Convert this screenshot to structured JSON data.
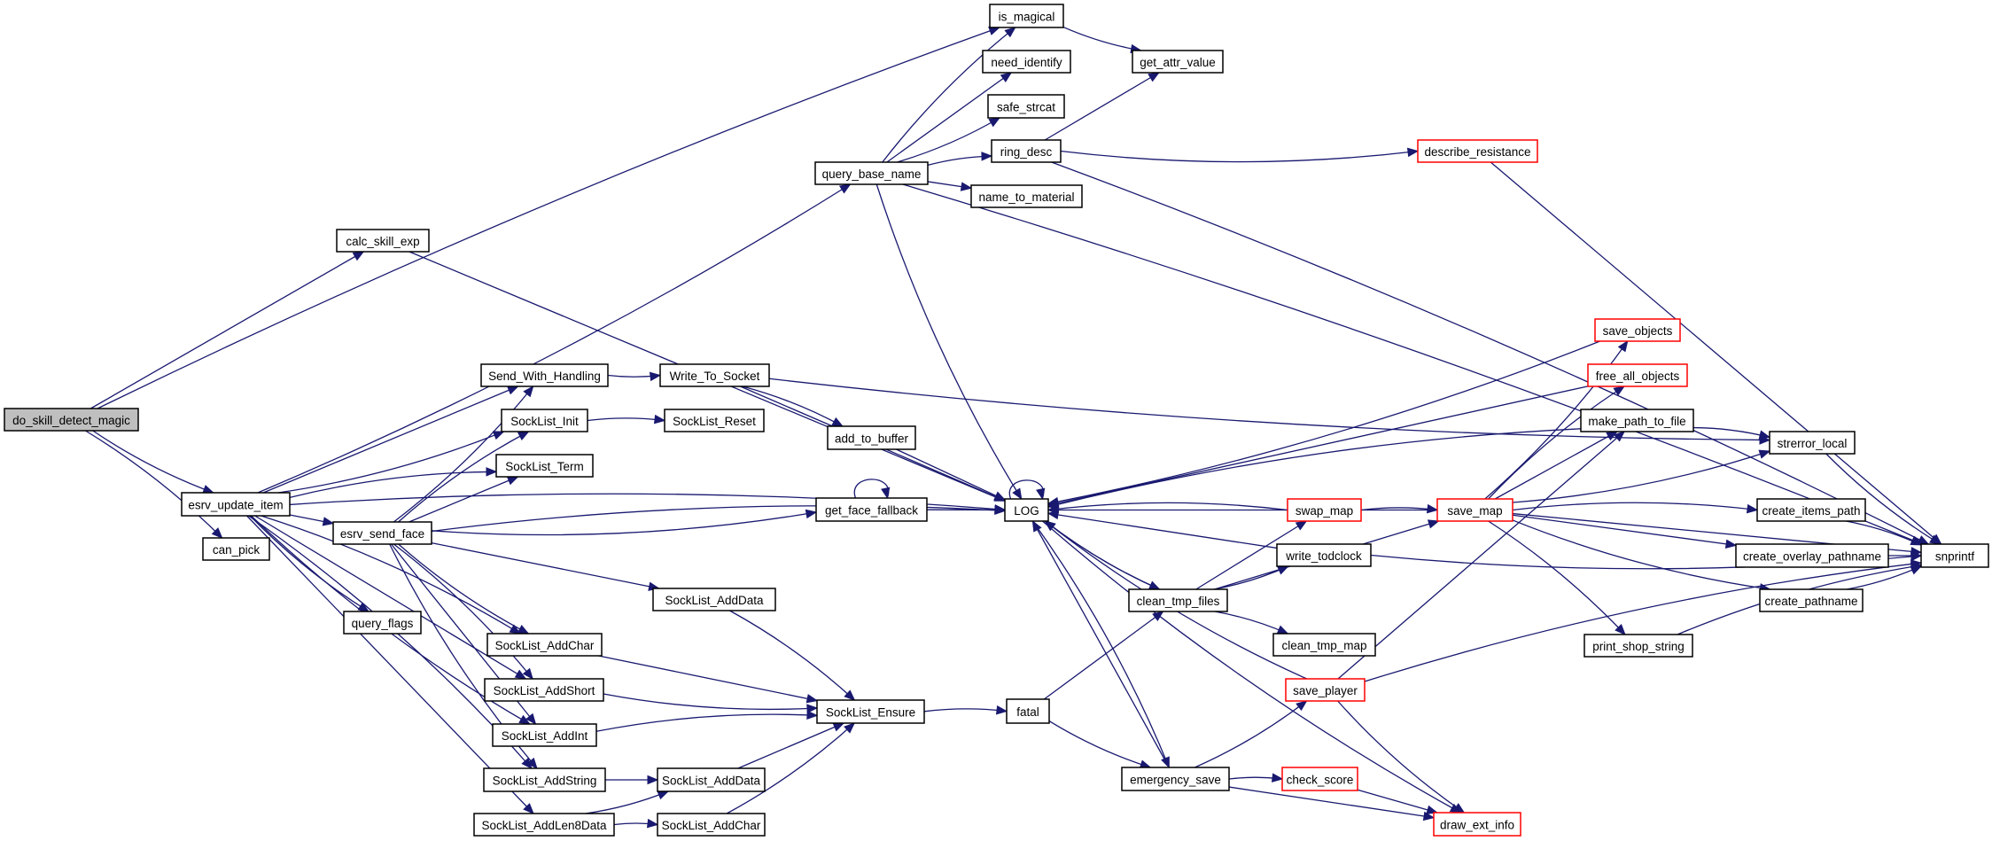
{
  "title": "do_skill_detect_magic call graph",
  "colors": {
    "edge": "#191970",
    "root_fill": "#bfbfbf",
    "truncated_border": "#ff0000",
    "node_border": "#000000"
  },
  "nodes": [
    {
      "id": "do_skill_detect_magic",
      "label": "do_skill_detect_magic",
      "kind": "root"
    },
    {
      "id": "calc_skill_exp",
      "label": "calc_skill_exp",
      "kind": "normal"
    },
    {
      "id": "esrv_update_item",
      "label": "esrv_update_item",
      "kind": "normal"
    },
    {
      "id": "can_pick",
      "label": "can_pick",
      "kind": "normal"
    },
    {
      "id": "is_magical",
      "label": "is_magical",
      "kind": "normal"
    },
    {
      "id": "need_identify",
      "label": "need_identify",
      "kind": "normal"
    },
    {
      "id": "safe_strcat",
      "label": "safe_strcat",
      "kind": "normal"
    },
    {
      "id": "ring_desc",
      "label": "ring_desc",
      "kind": "normal"
    },
    {
      "id": "query_base_name",
      "label": "query_base_name",
      "kind": "normal"
    },
    {
      "id": "name_to_material",
      "label": "name_to_material",
      "kind": "normal"
    },
    {
      "id": "get_attr_value",
      "label": "get_attr_value",
      "kind": "normal"
    },
    {
      "id": "describe_resistance",
      "label": "describe_resistance",
      "kind": "truncated"
    },
    {
      "id": "Send_With_Handling",
      "label": "Send_With_Handling",
      "kind": "normal"
    },
    {
      "id": "Write_To_Socket",
      "label": "Write_To_Socket",
      "kind": "normal"
    },
    {
      "id": "SockList_Init",
      "label": "SockList_Init",
      "kind": "normal"
    },
    {
      "id": "SockList_Reset",
      "label": "SockList_Reset",
      "kind": "normal"
    },
    {
      "id": "SockList_Term",
      "label": "SockList_Term",
      "kind": "normal"
    },
    {
      "id": "add_to_buffer",
      "label": "add_to_buffer",
      "kind": "normal"
    },
    {
      "id": "esrv_send_face",
      "label": "esrv_send_face",
      "kind": "normal"
    },
    {
      "id": "get_face_fallback",
      "label": "get_face_fallback",
      "kind": "normal"
    },
    {
      "id": "LOG",
      "label": "LOG",
      "kind": "normal"
    },
    {
      "id": "query_flags",
      "label": "query_flags",
      "kind": "normal"
    },
    {
      "id": "SockList_AddData_1",
      "label": "SockList_AddData",
      "kind": "normal"
    },
    {
      "id": "SockList_AddChar_1",
      "label": "SockList_AddChar",
      "kind": "normal"
    },
    {
      "id": "SockList_AddShort",
      "label": "SockList_AddShort",
      "kind": "normal"
    },
    {
      "id": "SockList_AddInt",
      "label": "SockList_AddInt",
      "kind": "normal"
    },
    {
      "id": "SockList_AddString",
      "label": "SockList_AddString",
      "kind": "normal"
    },
    {
      "id": "SockList_AddLen8Data",
      "label": "SockList_AddLen8Data",
      "kind": "normal"
    },
    {
      "id": "SockList_AddData_2",
      "label": "SockList_AddData",
      "kind": "normal"
    },
    {
      "id": "SockList_AddChar_2",
      "label": "SockList_AddChar",
      "kind": "normal"
    },
    {
      "id": "SockList_Ensure",
      "label": "SockList_Ensure",
      "kind": "normal"
    },
    {
      "id": "fatal",
      "label": "fatal",
      "kind": "normal"
    },
    {
      "id": "clean_tmp_files",
      "label": "clean_tmp_files",
      "kind": "normal"
    },
    {
      "id": "clean_tmp_map",
      "label": "clean_tmp_map",
      "kind": "normal"
    },
    {
      "id": "emergency_save",
      "label": "emergency_save",
      "kind": "normal"
    },
    {
      "id": "swap_map",
      "label": "swap_map",
      "kind": "truncated"
    },
    {
      "id": "write_todclock",
      "label": "write_todclock",
      "kind": "normal"
    },
    {
      "id": "save_player",
      "label": "save_player",
      "kind": "truncated"
    },
    {
      "id": "check_score",
      "label": "check_score",
      "kind": "truncated"
    },
    {
      "id": "draw_ext_info",
      "label": "draw_ext_info",
      "kind": "truncated"
    },
    {
      "id": "save_objects",
      "label": "save_objects",
      "kind": "truncated"
    },
    {
      "id": "free_all_objects",
      "label": "free_all_objects",
      "kind": "truncated"
    },
    {
      "id": "make_path_to_file",
      "label": "make_path_to_file",
      "kind": "normal"
    },
    {
      "id": "save_map",
      "label": "save_map",
      "kind": "truncated"
    },
    {
      "id": "strerror_local",
      "label": "strerror_local",
      "kind": "normal"
    },
    {
      "id": "create_items_path",
      "label": "create_items_path",
      "kind": "normal"
    },
    {
      "id": "create_overlay_pathname",
      "label": "create_overlay_pathname",
      "kind": "normal"
    },
    {
      "id": "create_pathname",
      "label": "create_pathname",
      "kind": "normal"
    },
    {
      "id": "print_shop_string",
      "label": "print_shop_string",
      "kind": "normal"
    },
    {
      "id": "snprintf",
      "label": "snprintf",
      "kind": "normal"
    }
  ],
  "edges": [
    [
      "do_skill_detect_magic",
      "is_magical"
    ],
    [
      "do_skill_detect_magic",
      "calc_skill_exp"
    ],
    [
      "do_skill_detect_magic",
      "esrv_update_item"
    ],
    [
      "do_skill_detect_magic",
      "can_pick"
    ],
    [
      "calc_skill_exp",
      "LOG"
    ],
    [
      "is_magical",
      "get_attr_value"
    ],
    [
      "query_base_name",
      "is_magical"
    ],
    [
      "query_base_name",
      "need_identify"
    ],
    [
      "query_base_name",
      "safe_strcat"
    ],
    [
      "query_base_name",
      "ring_desc"
    ],
    [
      "query_base_name",
      "name_to_material"
    ],
    [
      "query_base_name",
      "LOG"
    ],
    [
      "query_base_name",
      "snprintf"
    ],
    [
      "ring_desc",
      "get_attr_value"
    ],
    [
      "ring_desc",
      "describe_resistance"
    ],
    [
      "ring_desc",
      "snprintf"
    ],
    [
      "describe_resistance",
      "snprintf"
    ],
    [
      "esrv_update_item",
      "query_base_name"
    ],
    [
      "esrv_update_item",
      "LOG"
    ],
    [
      "esrv_update_item",
      "Send_With_Handling"
    ],
    [
      "esrv_update_item",
      "SockList_Init"
    ],
    [
      "esrv_update_item",
      "SockList_Term"
    ],
    [
      "esrv_update_item",
      "esrv_send_face"
    ],
    [
      "esrv_update_item",
      "query_flags"
    ],
    [
      "esrv_update_item",
      "SockList_AddChar_1"
    ],
    [
      "esrv_update_item",
      "SockList_AddShort"
    ],
    [
      "esrv_update_item",
      "SockList_AddInt"
    ],
    [
      "esrv_update_item",
      "SockList_AddString"
    ],
    [
      "esrv_update_item",
      "SockList_AddLen8Data"
    ],
    [
      "Send_With_Handling",
      "Write_To_Socket"
    ],
    [
      "Write_To_Socket",
      "add_to_buffer"
    ],
    [
      "Write_To_Socket",
      "LOG"
    ],
    [
      "Write_To_Socket",
      "strerror_local"
    ],
    [
      "SockList_Init",
      "SockList_Reset"
    ],
    [
      "add_to_buffer",
      "LOG"
    ],
    [
      "esrv_send_face",
      "Send_With_Handling"
    ],
    [
      "esrv_send_face",
      "SockList_Init"
    ],
    [
      "esrv_send_face",
      "SockList_Term"
    ],
    [
      "esrv_send_face",
      "get_face_fallback"
    ],
    [
      "esrv_send_face",
      "LOG"
    ],
    [
      "esrv_send_face",
      "SockList_AddData_1"
    ],
    [
      "esrv_send_face",
      "SockList_AddChar_1"
    ],
    [
      "esrv_send_face",
      "SockList_AddShort"
    ],
    [
      "esrv_send_face",
      "SockList_AddInt"
    ],
    [
      "esrv_send_face",
      "SockList_AddString"
    ],
    [
      "get_face_fallback",
      "get_face_fallback"
    ],
    [
      "get_face_fallback",
      "LOG"
    ],
    [
      "LOG",
      "LOG"
    ],
    [
      "SockList_AddData_1",
      "SockList_Ensure"
    ],
    [
      "SockList_AddChar_1",
      "SockList_Ensure"
    ],
    [
      "SockList_AddShort",
      "SockList_Ensure"
    ],
    [
      "SockList_AddInt",
      "SockList_Ensure"
    ],
    [
      "SockList_AddString",
      "SockList_AddData_2"
    ],
    [
      "SockList_AddLen8Data",
      "SockList_AddData_2"
    ],
    [
      "SockList_AddLen8Data",
      "SockList_AddChar_2"
    ],
    [
      "SockList_AddData_2",
      "SockList_Ensure"
    ],
    [
      "SockList_AddChar_2",
      "SockList_Ensure"
    ],
    [
      "SockList_Ensure",
      "fatal"
    ],
    [
      "fatal",
      "clean_tmp_files"
    ],
    [
      "fatal",
      "emergency_save"
    ],
    [
      "clean_tmp_files",
      "LOG"
    ],
    [
      "clean_tmp_files",
      "swap_map"
    ],
    [
      "clean_tmp_files",
      "write_todclock"
    ],
    [
      "clean_tmp_files",
      "clean_tmp_map"
    ],
    [
      "clean_tmp_files",
      "save_map"
    ],
    [
      "LOG",
      "clean_tmp_files"
    ],
    [
      "LOG",
      "emergency_save"
    ],
    [
      "emergency_save",
      "LOG"
    ],
    [
      "emergency_save",
      "save_player"
    ],
    [
      "emergency_save",
      "check_score"
    ],
    [
      "emergency_save",
      "draw_ext_info"
    ],
    [
      "swap_map",
      "LOG"
    ],
    [
      "swap_map",
      "save_map"
    ],
    [
      "write_todclock",
      "LOG"
    ],
    [
      "write_todclock",
      "snprintf"
    ],
    [
      "save_player",
      "LOG"
    ],
    [
      "save_player",
      "make_path_to_file"
    ],
    [
      "save_player",
      "draw_ext_info"
    ],
    [
      "save_player",
      "snprintf"
    ],
    [
      "check_score",
      "draw_ext_info"
    ],
    [
      "LOG",
      "draw_ext_info"
    ],
    [
      "save_objects",
      "LOG"
    ],
    [
      "free_all_objects",
      "LOG"
    ],
    [
      "make_path_to_file",
      "LOG"
    ],
    [
      "make_path_to_file",
      "strerror_local"
    ],
    [
      "save_map",
      "LOG"
    ],
    [
      "save_map",
      "save_objects"
    ],
    [
      "save_map",
      "free_all_objects"
    ],
    [
      "save_map",
      "make_path_to_file"
    ],
    [
      "save_map",
      "strerror_local"
    ],
    [
      "save_map",
      "create_items_path"
    ],
    [
      "save_map",
      "create_overlay_pathname"
    ],
    [
      "save_map",
      "create_pathname"
    ],
    [
      "save_map",
      "print_shop_string"
    ],
    [
      "save_map",
      "snprintf"
    ],
    [
      "strerror_local",
      "snprintf"
    ],
    [
      "create_items_path",
      "snprintf"
    ],
    [
      "create_overlay_pathname",
      "snprintf"
    ],
    [
      "create_pathname",
      "snprintf"
    ],
    [
      "print_shop_string",
      "snprintf"
    ]
  ]
}
